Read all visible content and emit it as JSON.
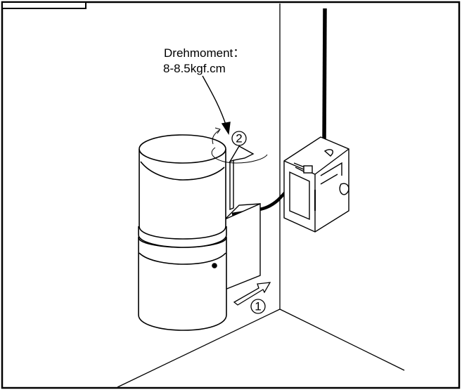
{
  "annotation": {
    "torque_label": "Drehmoment：",
    "torque_value": "8-8.5kgf.cm"
  },
  "steps": {
    "step_1": "1",
    "step_2": "2"
  },
  "colors": {
    "line": "#000000",
    "background": "#ffffff"
  }
}
